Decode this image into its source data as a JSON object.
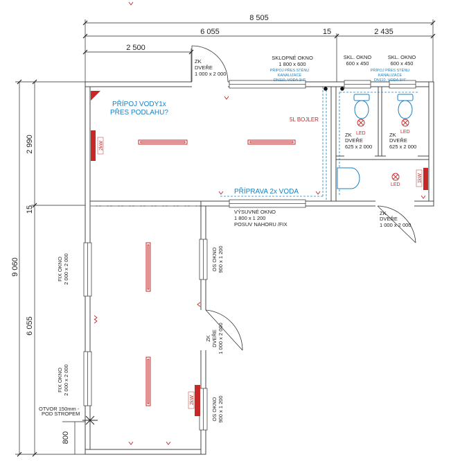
{
  "dimensions": {
    "total_width": "8 505",
    "left_width": "6 055",
    "gap": "15",
    "right_width": "2 435",
    "upper_left": "2 500",
    "total_height": "9 060",
    "upper_height": "2 990",
    "mid_gap": "15",
    "lower_height": "6 055",
    "bottom": "800"
  },
  "labels": {
    "door_top_1": "ZK",
    "door_top_2": "DVEŘE",
    "door_top_3": "1 000 x 2 000",
    "skl_okno_1": "SKLOPNÉ OKNO",
    "skl_okno_2": "1 800 x 600",
    "skl_okno_a1": "SKL. OKNO",
    "skl_okno_a2": "600 x 450",
    "skl_okno_b1": "SKL. OKNO",
    "skl_okno_b2": "600 x 450",
    "pripoj_a1": "PŘÍPOJ PŘES STĚNU",
    "pripoj_a2": "KANALIZACE",
    "pripoj_a3": "DN110, VODA 3/4\"",
    "pripoj_b1": "PŘÍPOJ PŘES STĚNU",
    "pripoj_b2": "KANALIZACE",
    "pripoj_b3": "DN110, VODA 3/4\"",
    "pripoj_vody_1": "PŘÍPOJ VODY1x",
    "pripoj_vody_2": "PŘES PODLAHU?",
    "bojler": "5L BOJLER",
    "priprava": "PŘÍPRAVA 2x VODA",
    "wc_door_a1": "ZK",
    "wc_door_a2": "DVEŘE",
    "wc_door_a3": "625 x 2 000",
    "wc_door_b1": "ZK",
    "wc_door_b2": "DVEŘE",
    "wc_door_b3": "625 x 2 000",
    "led_a": "LED",
    "led_b": "LED",
    "led_c": "LED",
    "heater_2kw_top": "2kW",
    "heater_1kw": "1kW",
    "heater_2kw_bottom": "2kW",
    "vysuvne_1": "VÝSUVNÉ OKNO",
    "vysuvne_2": "1 800 x 1 200",
    "vysuvne_3": "POSUV NAHORU /FIX",
    "door_right_1": "ZK",
    "door_right_2": "DVEŘE",
    "door_right_3": "1 000 x 2 000",
    "os_okno_a1": "OS OKNO",
    "os_okno_a2": "900 x 1 200",
    "os_okno_b1": "OS OKNO",
    "os_okno_b2": "900 x 1 200",
    "door_mid_1": "ZK",
    "door_mid_2": "DVEŘE",
    "door_mid_3": "1 000 x 2 000",
    "fix_okno_a1": "FIX OKNO",
    "fix_okno_a2": "2 000 x 2 000",
    "fix_okno_b1": "FIX OKNO",
    "fix_okno_b2": "2 000 x 2 000",
    "otvor_1": "OTVOR 150mm -",
    "otvor_2": "POD STROPEM"
  },
  "colors": {
    "wall": "#444444",
    "blue": "#1a7fc1",
    "red": "#c62828"
  }
}
